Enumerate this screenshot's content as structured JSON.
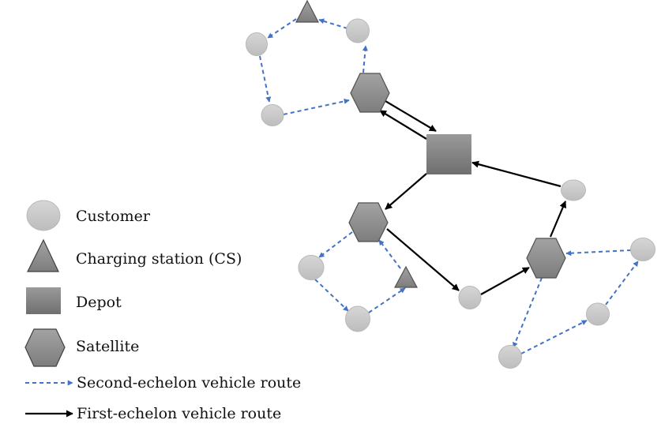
{
  "legend": {
    "customer": "Customer",
    "charging_station": "Charging station (CS)",
    "depot": "Depot",
    "satellite": "Satellite",
    "second_echelon": "Second-echelon vehicle route",
    "first_echelon": "First-echelon vehicle route"
  },
  "colors": {
    "second_echelon_route": "#4472c4",
    "first_echelon_route": "#000000",
    "customer_fill": "#c9c9c9",
    "node_fill": "#8c8c8c"
  }
}
